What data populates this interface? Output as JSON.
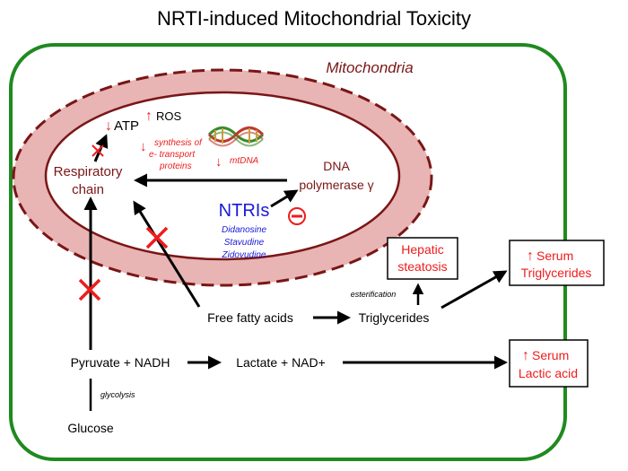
{
  "title": "NRTI-induced Mitochondrial Toxicity",
  "cell": {
    "mitochondria_label": "Mitochondria"
  },
  "mito": {
    "atp": "ATP",
    "ros": "ROS",
    "synthesis_line1": "synthesis of",
    "synthesis_line2": "e- transport",
    "synthesis_line3": "proteins",
    "mtdna": "mtDNA",
    "resp_line1": "Respiratory",
    "resp_line2": "chain",
    "dna_line1": "DNA",
    "dna_line2": "polymerase γ",
    "ntris": "NTRIs",
    "drugs": [
      "Didanosine",
      "Stavudine",
      "Zidovudine"
    ]
  },
  "flow": {
    "free_fatty_acids": "Free fatty acids",
    "triglycerides": "Triglycerides",
    "esterification": "esterification",
    "pyruvate": "Pyruvate + NADH",
    "lactate": "Lactate + NAD+",
    "glycolysis": "glycolysis",
    "glucose": "Glucose"
  },
  "boxes": {
    "hepatic_line1": "Hepatic",
    "hepatic_line2": "steatosis",
    "serum_tg_line1": "Serum",
    "serum_tg_line2": "Triglycerides",
    "serum_la_line1": "Serum",
    "serum_la_line2": "Lactic acid"
  },
  "colors": {
    "cell_border": "#1f8a1f",
    "mito_fill": "#e8b4b4",
    "mito_border": "#7a1616",
    "red": "#ee1c1c",
    "blue": "#1a1ad6",
    "dna_green": "#3a8a2a",
    "dna_red": "#c0392b"
  }
}
